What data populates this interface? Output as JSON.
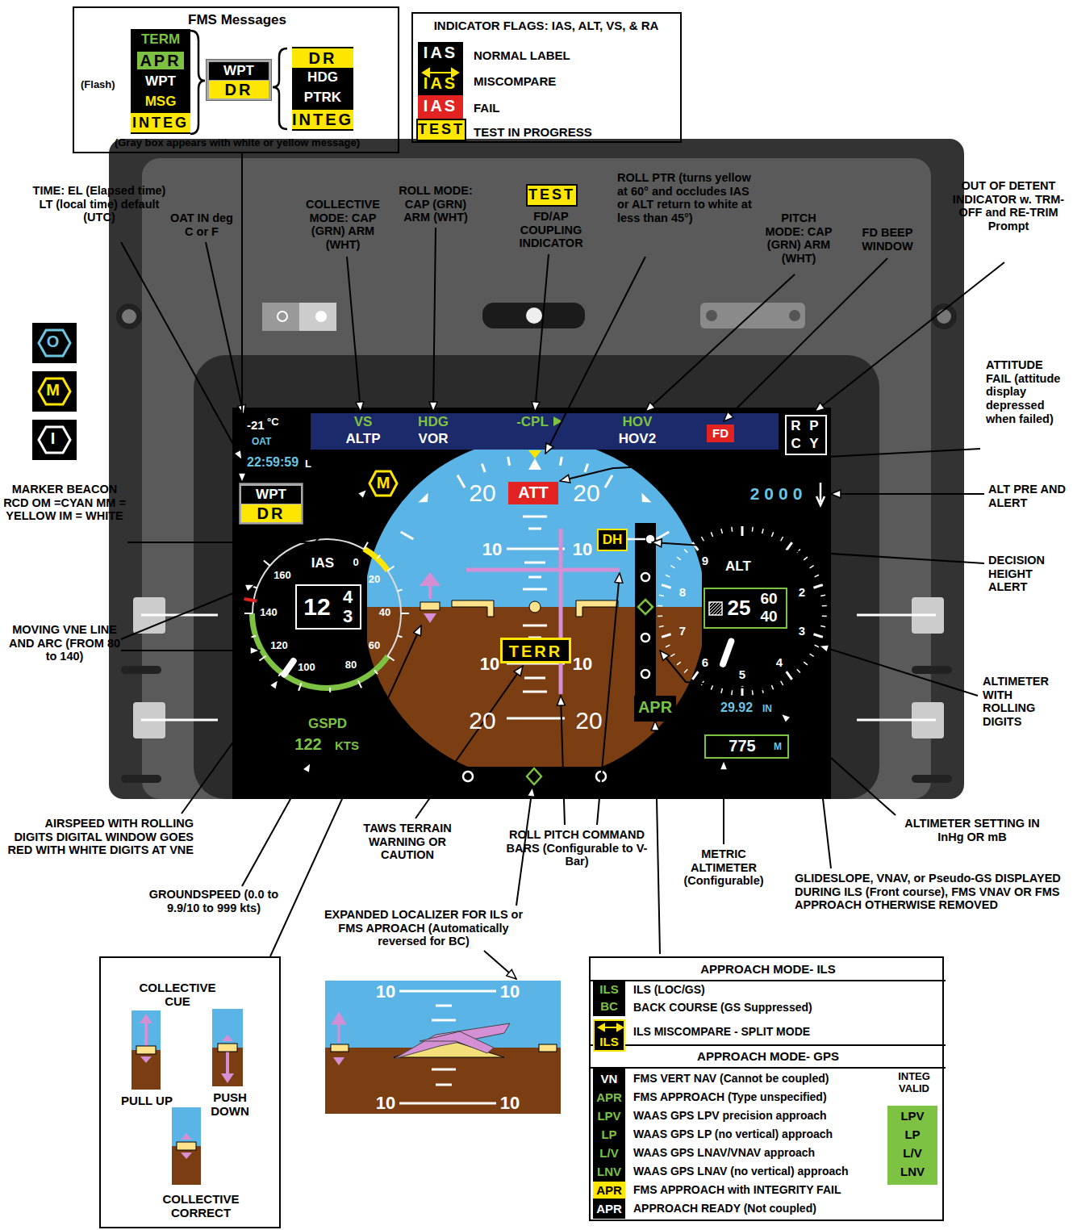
{
  "diagram": {
    "nodes": [
      {
        "text": [
          "FMS Messages",
          "(Flash)",
          "(Gray box appears with white or yellow message)"
        ]
      },
      {
        "text": [
          "TERM",
          "APR",
          "WPT",
          "MSG",
          "INTEG"
        ],
        "in": 0
      },
      {
        "text": [
          "WPT",
          "DR"
        ],
        "in": 0
      },
      {
        "text": [
          "DR",
          "HDG",
          "PTRK",
          "INTEG"
        ],
        "in": 0
      },
      {
        "text": [
          "INDICATOR FLAGS: IAS, ALT, VS, & RA",
          "NORMAL LABEL",
          "MISCOMPARE",
          "FAIL",
          "TEST IN PROGRESS"
        ]
      },
      {
        "text": [
          "IAS"
        ],
        "in": 4
      },
      {
        "text": [
          "IAS"
        ],
        "in": 4
      },
      {
        "text": [
          "IAS"
        ],
        "in": 4
      },
      {
        "text": [
          "TEST"
        ],
        "in": 4
      },
      {
        "text": [
          "TEST"
        ]
      },
      {
        "text": [
          "O"
        ]
      },
      {
        "text": [
          "M"
        ]
      },
      {
        "text": [
          "I"
        ]
      },
      {
        "text": [
          "WPT",
          "DR"
        ]
      },
      {
        "text": [
          "M"
        ]
      },
      {
        "text": [
          "ATT"
        ]
      },
      {
        "text": [
          "FD"
        ]
      },
      {
        "text": [
          "R P",
          "C Y"
        ]
      },
      {
        "text": [
          "DH"
        ]
      },
      {
        "text": [
          "TERR"
        ]
      },
      {
        "text": [
          "12",
          "4",
          "3"
        ]
      },
      {
        "text": [
          "25",
          "60",
          "40"
        ]
      },
      {
        "text": [
          "775",
          "M"
        ]
      },
      {
        "text": [
          "COLLECTIVE CUE",
          "PULL UP",
          "PUSH DOWN",
          "COLLECTIVE CORRECT"
        ]
      },
      {
        "text": [
          "APPROACH MODE- ILS",
          "ILS (LOC/GS)",
          "BACK COURSE (GS Suppressed)",
          "ILS MISCOMPARE - SPLIT MODE",
          "APPROACH MODE- GPS",
          "FMS VERT NAV (Cannot be coupled)",
          "FMS APPROACH (Type unspecified)",
          "WAAS GPS LPV precision approach",
          "WAAS GPS LP (no vertical) approach",
          "WAAS GPS LNAV/VNAV approach",
          "WAAS GPS LNAV (no vertical) approach",
          "FMS APPROACH with INTEGRITY FAIL",
          "APPROACH READY (Not coupled)",
          "INTEG VALID"
        ]
      },
      {
        "text": [
          "ILS",
          "BC"
        ],
        "in": 24
      },
      {
        "text": [
          "ILS"
        ],
        "in": 24
      },
      {
        "text": [
          "VN",
          "APR",
          "LPV",
          "LP",
          "L/V",
          "LNV",
          "APR",
          "APR"
        ],
        "in": 24
      },
      {
        "text": [
          "LPV",
          "LP",
          "L/V",
          "LNV"
        ],
        "in": 24
      }
    ],
    "edges": [
      {
        "from": 0,
        "to": 13,
        "arrow": "to"
      }
    ],
    "labels": [
      "TIME: EL (Elapsed time) LT (local time) default (UTC)",
      "OAT IN deg C or F",
      "COLLECTIVE MODE: CAP (GRN) ARM (WHT)",
      "ROLL MODE: CAP (GRN) ARM (WHT)",
      "FD/AP COUPLING INDICATOR",
      "ROLL PTR (turns yellow at 60° and occludes IAS or ALT return to white at less than 45°)",
      "PITCH MODE: CAP (GRN) ARM (WHT)",
      "FD BEEP WINDOW",
      "OUT OF DETENT INDICATOR w. TRM-OFF and RE-TRIM Prompt",
      "ATTITUDE FAIL (attitude display depressed when failed)",
      "ALT PRE AND ALERT",
      "DECISION HEIGHT ALERT",
      "ALTIMETER WITH ROLLING DIGITS",
      "MARKER BEACON RCD OM =CYAN MM = YELLOW IM = WHITE",
      "MOVING VNE LINE AND ARC (FROM 80 to 140)",
      "AIRSPEED WITH ROLLING DIGITS DIGITAL WINDOW GOES RED WITH WHITE DIGITS AT VNE",
      "GROUNDSPEED (0.0 to 9.9/10 to 999 kts)",
      "TAWS TERRAIN WARNING OR CAUTION",
      "ROLL PITCH COMMAND BARS (Configurable to V-Bar)",
      "EXPANDED LOCALIZER FOR ILS or FMS APROACH (Automatically reversed for BC)",
      "METRIC ALTIMETER (Configurable)",
      "ALTIMETER SETTING IN InHg OR mB",
      "GLIDESLOPE, VNAV, or Pseudo-GS DISPLAYED DURING ILS (Front course), FMS VNAV OR FMS APPROACH OTHERWISE REMOVED",
      "-21",
      "°C",
      "OAT",
      "22:59:59",
      "L",
      "VS",
      "ALTP",
      "HDG",
      "VOR",
      "-CPL",
      "HOV",
      "HOV2",
      "20",
      "20",
      "10",
      "10",
      "10",
      "10",
      "20",
      "20",
      "IAS",
      "160",
      "140",
      "120",
      "100",
      "80",
      "60",
      "40",
      "20",
      "0",
      "GSPD",
      "122",
      "KTS",
      "ALT",
      "9",
      "8",
      "7",
      "6",
      "5",
      "4",
      "3",
      "2",
      "29.92",
      "IN",
      "2000",
      "APR",
      "10",
      "10",
      "10",
      "10"
    ]
  }
}
